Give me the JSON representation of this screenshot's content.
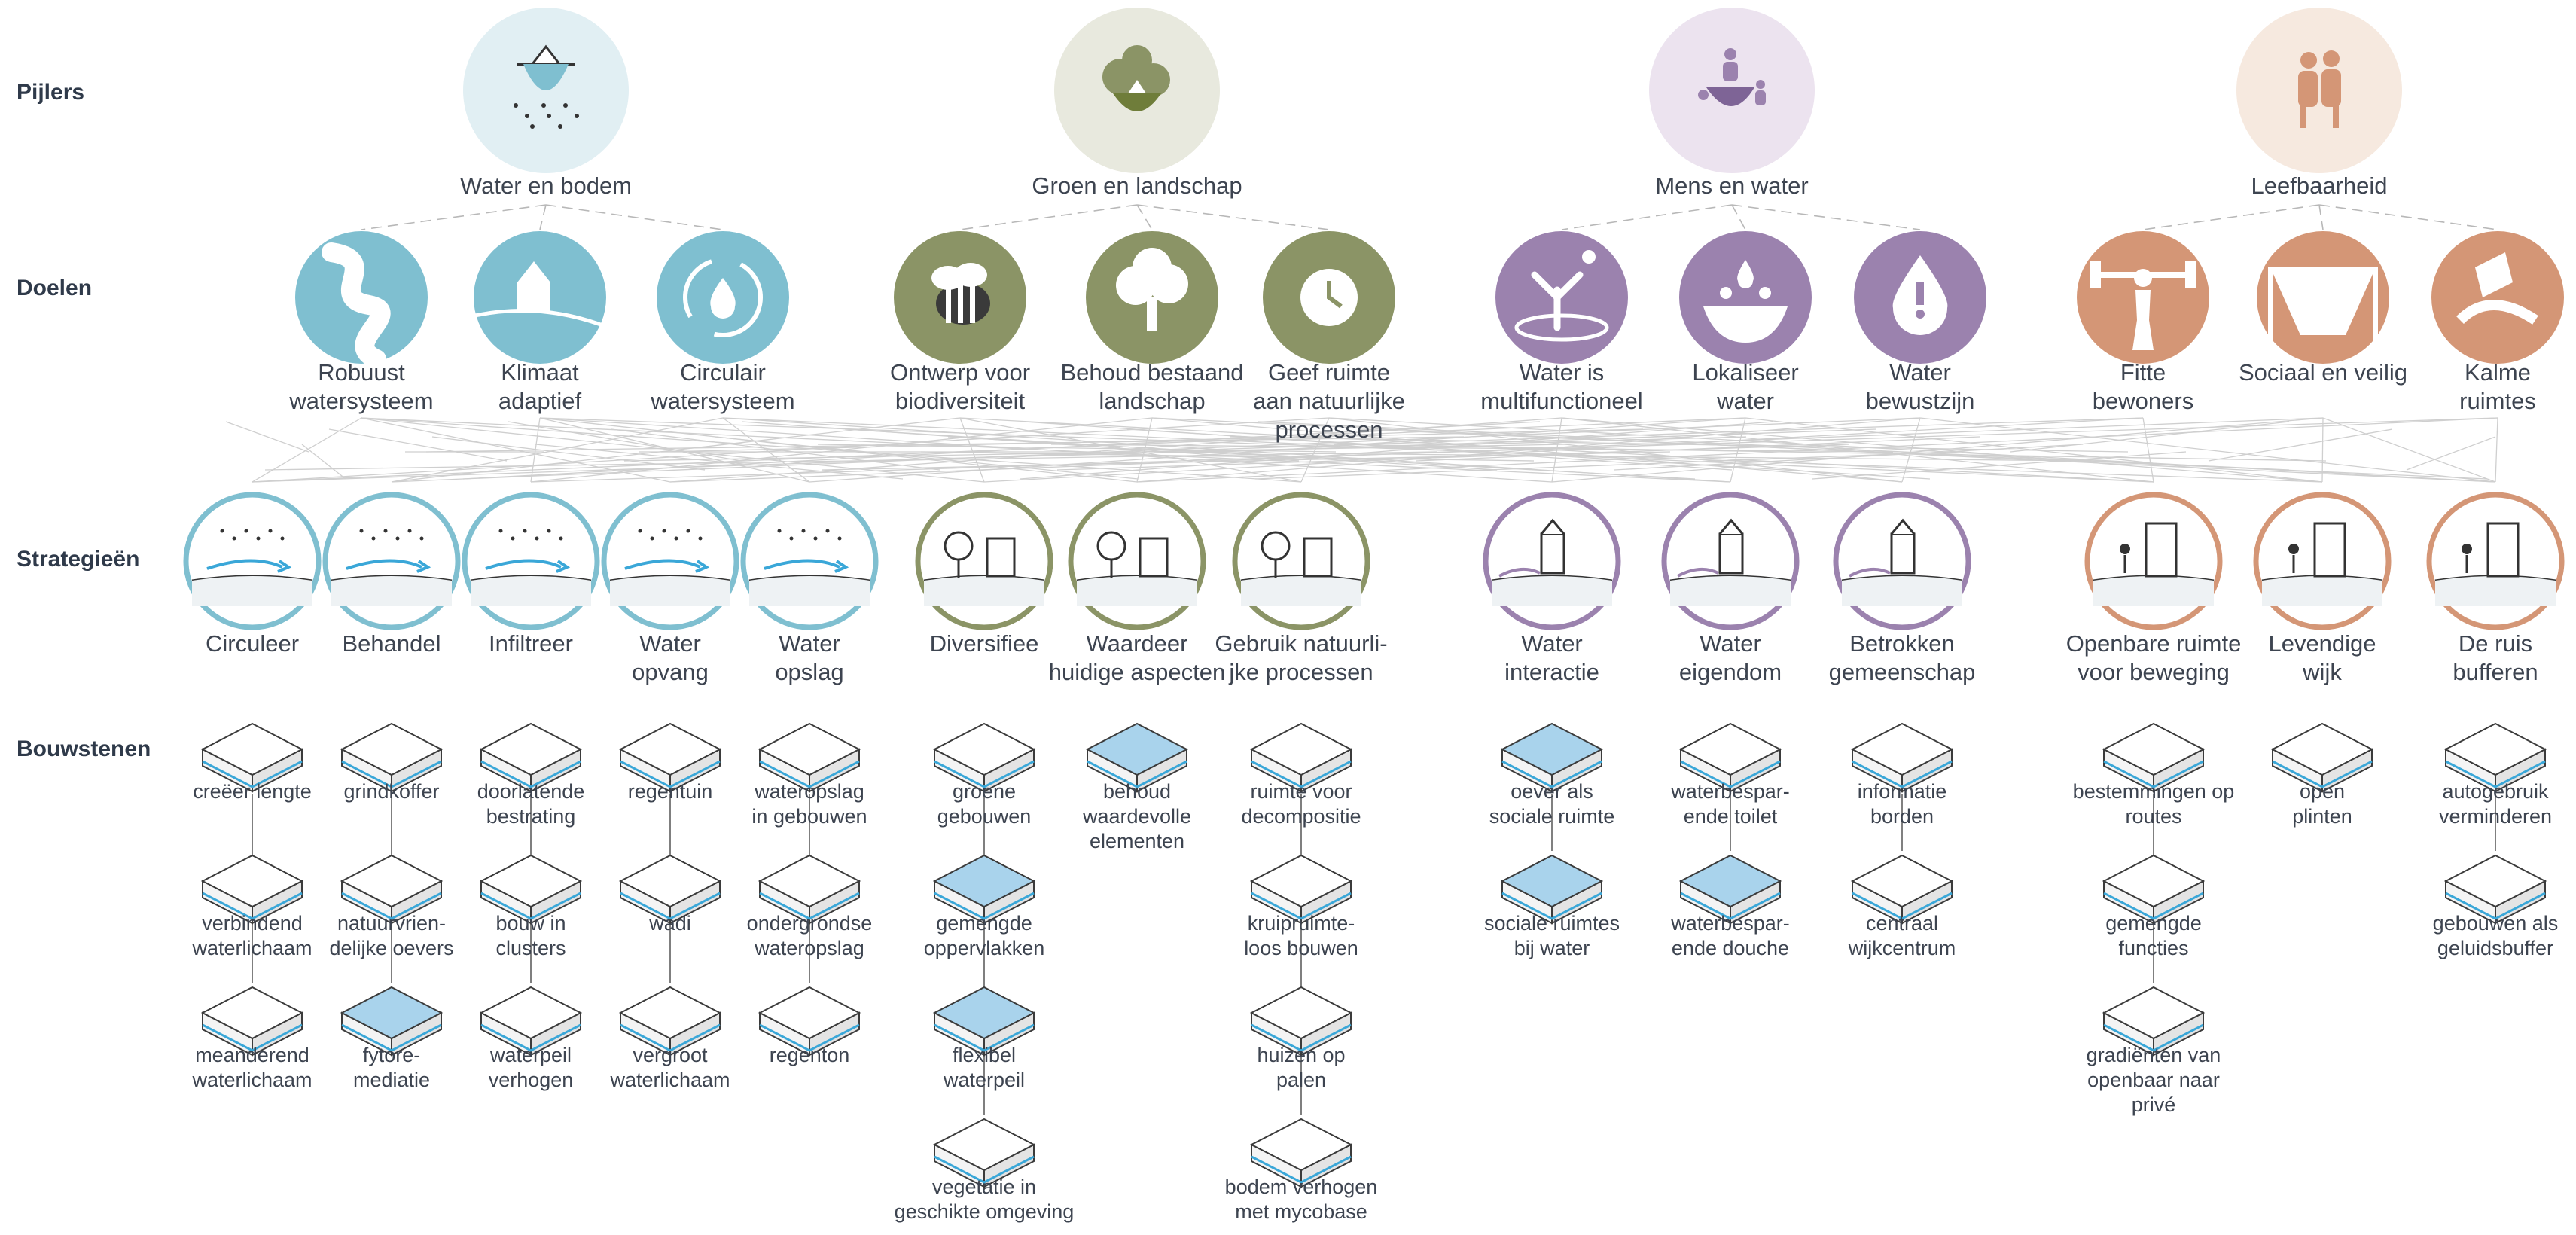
{
  "rows": {
    "pijlers": "Pijlers",
    "doelen": "Doelen",
    "strategieen": "Strategieën",
    "bouwstenen": "Bouwstenen"
  },
  "colors": {
    "water": "#7fbfd0",
    "water_bg": "#e1eff3",
    "green": "#8b9466",
    "green_bg": "#e8e9de",
    "purple": "#9b82ae",
    "purple_bg": "#ece3ef",
    "orange": "#d49676",
    "orange_bg": "#f6e9df",
    "line": "#b8b8b8",
    "text": "#3d4450"
  },
  "pillars": [
    {
      "key": "water",
      "icon": "iceberg-water-icon",
      "label": "Water en bodem",
      "theme": "water"
    },
    {
      "key": "green",
      "icon": "trees-iceberg-icon",
      "label": "Groen en landschap",
      "theme": "green"
    },
    {
      "key": "people",
      "icon": "people-water-icon",
      "label": "Mens en water",
      "theme": "purple"
    },
    {
      "key": "live",
      "icon": "couple-icon",
      "label": "Leefbaarheid",
      "theme": "orange"
    }
  ],
  "goals": [
    {
      "icon": "river-icon",
      "label": [
        "Robuust",
        "watersysteem"
      ],
      "theme": "water",
      "pillar": 0
    },
    {
      "icon": "flood-house-icon",
      "label": [
        "Klimaat",
        "adaptief"
      ],
      "theme": "water",
      "pillar": 0
    },
    {
      "icon": "water-cycle-icon",
      "label": [
        "Circulair",
        "watersysteem"
      ],
      "theme": "water",
      "pillar": 0
    },
    {
      "icon": "bee-icon",
      "label": [
        "Ontwerp voor",
        "biodiversiteit"
      ],
      "theme": "green",
      "pillar": 1
    },
    {
      "icon": "tree-icon",
      "label": [
        "Behoud bestaand",
        "landschap"
      ],
      "theme": "green",
      "pillar": 1
    },
    {
      "icon": "clock-icon",
      "label": [
        "Geef ruimte",
        "aan natuurlijke",
        "processen"
      ],
      "theme": "green",
      "pillar": 1
    },
    {
      "icon": "splash-person-icon",
      "label": [
        "Water is",
        "multifunctioneel"
      ],
      "theme": "purple",
      "pillar": 2
    },
    {
      "icon": "bowl-drops-icon",
      "label": [
        "Lokaliseer",
        "water"
      ],
      "theme": "purple",
      "pillar": 2
    },
    {
      "icon": "drop-alert-icon",
      "label": [
        "Water",
        "bewustzijn"
      ],
      "theme": "purple",
      "pillar": 2
    },
    {
      "icon": "weightlifter-icon",
      "label": [
        "Fitte",
        "bewoners"
      ],
      "theme": "orange",
      "pillar": 3
    },
    {
      "icon": "shelter-people-icon",
      "label": [
        "Sociaal en veilig"
      ],
      "theme": "orange",
      "pillar": 3
    },
    {
      "icon": "reader-icon",
      "label": [
        "Kalme",
        "ruimtes"
      ],
      "theme": "orange",
      "pillar": 3
    }
  ],
  "strategies": [
    {
      "icon": "circulate-icon",
      "label": [
        "Circuleer"
      ],
      "theme": "water"
    },
    {
      "icon": "treat-icon",
      "label": [
        "Behandel"
      ],
      "theme": "water"
    },
    {
      "icon": "infiltrate-icon",
      "label": [
        "Infiltreer"
      ],
      "theme": "water"
    },
    {
      "icon": "catch-water-icon",
      "label": [
        "Water",
        "opvang"
      ],
      "theme": "water"
    },
    {
      "icon": "store-water-icon",
      "label": [
        "Water",
        "opslag"
      ],
      "theme": "water"
    },
    {
      "icon": "diversify-icon",
      "label": [
        "Diversifiee"
      ],
      "theme": "green"
    },
    {
      "icon": "value-icon",
      "label": [
        "Waardeer",
        "huidige aspecten"
      ],
      "theme": "green"
    },
    {
      "icon": "natural-process-icon",
      "label": [
        "Gebruik natuurli-",
        "jke processen"
      ],
      "theme": "green"
    },
    {
      "icon": "water-interaction-icon",
      "label": [
        "Water",
        "interactie"
      ],
      "theme": "purple"
    },
    {
      "icon": "water-ownership-icon",
      "label": [
        "Water",
        "eigendom"
      ],
      "theme": "purple"
    },
    {
      "icon": "community-icon",
      "label": [
        "Betrokken",
        "gemeenschap"
      ],
      "theme": "purple"
    },
    {
      "icon": "public-space-icon",
      "label": [
        "Openbare ruimte",
        "voor beweging"
      ],
      "theme": "orange"
    },
    {
      "icon": "lively-district-icon",
      "label": [
        "Levendige",
        "wijk"
      ],
      "theme": "orange"
    },
    {
      "icon": "buffer-noise-icon",
      "label": [
        "De ruis",
        "bufferen"
      ],
      "theme": "orange"
    }
  ],
  "blocks": [
    [
      {
        "icon": "meander-block-icon",
        "label": [
          "creëer lengte"
        ]
      },
      {
        "icon": "lake-block-icon",
        "label": [
          "verbindend",
          "waterlichaam"
        ]
      },
      {
        "icon": "meander-lake-block-icon",
        "label": [
          "meanderend",
          "waterlichaam"
        ]
      }
    ],
    [
      {
        "icon": "gravel-block-icon",
        "label": [
          "grindkoffer"
        ]
      },
      {
        "icon": "bank-block-icon",
        "label": [
          "natuurvrien-",
          "delijke oevers"
        ]
      },
      {
        "icon": "phyto-block-icon",
        "label": [
          "fytore-",
          "mediatie"
        ]
      }
    ],
    [
      {
        "icon": "permeable-block-icon",
        "label": [
          "doorlatende",
          "bestrating"
        ]
      },
      {
        "icon": "cluster-block-icon",
        "label": [
          "bouw in",
          "clusters"
        ]
      },
      {
        "icon": "level-block-icon",
        "label": [
          "waterpeil",
          "verhogen"
        ]
      }
    ],
    [
      {
        "icon": "raingarden-block-icon",
        "label": [
          "regentuin"
        ]
      },
      {
        "icon": "wadi-block-icon",
        "label": [
          "wadi"
        ]
      },
      {
        "icon": "enlarge-block-icon",
        "label": [
          "vergroot",
          "waterlichaam"
        ]
      }
    ],
    [
      {
        "icon": "building-storage-block-icon",
        "label": [
          "wateropslag",
          "in gebouwen"
        ]
      },
      {
        "icon": "underground-block-icon",
        "label": [
          "ondergrondse",
          "wateropslag"
        ]
      },
      {
        "icon": "barrel-block-icon",
        "label": [
          "regenton"
        ]
      }
    ],
    [
      {
        "icon": "green-building-block-icon",
        "label": [
          "groene",
          "gebouwen"
        ]
      },
      {
        "icon": "mixed-surface-block-icon",
        "label": [
          "gemengde",
          "oppervlakken"
        ]
      },
      {
        "icon": "flexible-level-block-icon",
        "label": [
          "flexibel",
          "waterpeil"
        ]
      },
      {
        "icon": "vegetation-block-icon",
        "label": [
          "vegetatie in",
          "geschikte omgeving"
        ]
      }
    ],
    [
      {
        "icon": "valuable-block-icon",
        "label": [
          "behoud",
          "waardevolle",
          "elementen"
        ]
      }
    ],
    [
      {
        "icon": "decompose-block-icon",
        "label": [
          "ruimte voor",
          "decompositie"
        ]
      },
      {
        "icon": "crawlspace-block-icon",
        "label": [
          "kruipruimte-",
          "loos bouwen"
        ]
      },
      {
        "icon": "stilts-block-icon",
        "label": [
          "huizen op",
          "palen"
        ]
      },
      {
        "icon": "mycobase-block-icon",
        "label": [
          "bodem verhogen",
          "met mycobase"
        ]
      }
    ],
    [
      {
        "icon": "bank-social-block-icon",
        "label": [
          "oever als",
          "sociale ruimte"
        ]
      },
      {
        "icon": "social-water-block-icon",
        "label": [
          "sociale ruimtes",
          "bij water"
        ]
      }
    ],
    [
      {
        "icon": "toilet-block-icon",
        "label": [
          "waterbespar-",
          "ende toilet"
        ]
      },
      {
        "icon": "shower-block-icon",
        "label": [
          "waterbespar-",
          "ende douche"
        ]
      }
    ],
    [
      {
        "icon": "sign-block-icon",
        "label": [
          "informatie",
          "borden"
        ]
      },
      {
        "icon": "centre-block-icon",
        "label": [
          "centraal",
          "wijkcentrum"
        ]
      }
    ],
    [
      {
        "icon": "routes-block-icon",
        "label": [
          "bestemmingen op",
          "routes"
        ]
      },
      {
        "icon": "mixed-functions-block-icon",
        "label": [
          "gemengde",
          "functies"
        ]
      },
      {
        "icon": "gradient-block-icon",
        "label": [
          "gradiënten van",
          "openbaar naar",
          "privé"
        ]
      }
    ],
    [
      {
        "icon": "plinth-block-icon",
        "label": [
          "open",
          "plinten"
        ]
      }
    ],
    [
      {
        "icon": "car-reduce-block-icon",
        "label": [
          "autogebruik",
          "verminderen"
        ]
      },
      {
        "icon": "noise-buffer-block-icon",
        "label": [
          "gebouwen als",
          "geluidsbuffer"
        ]
      }
    ]
  ]
}
